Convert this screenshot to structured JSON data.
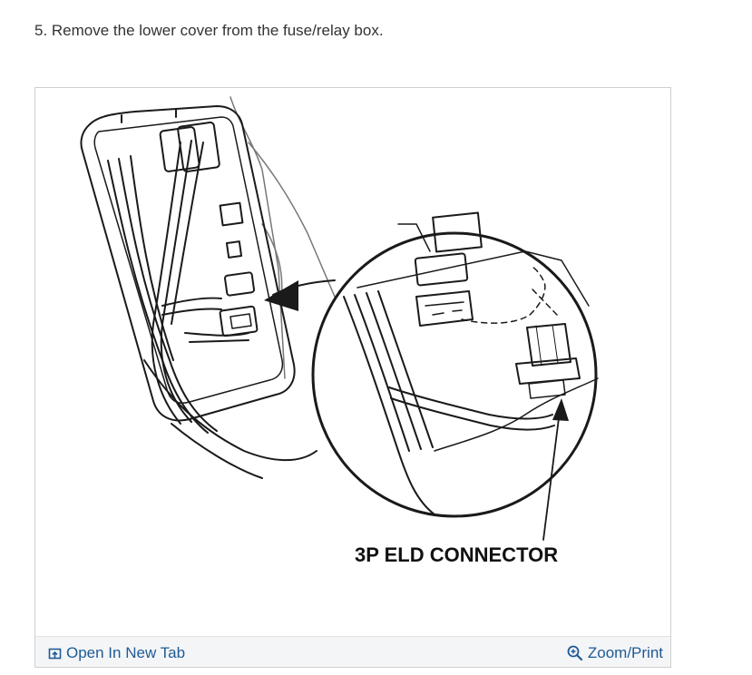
{
  "step": {
    "text": "5.  Remove the lower cover from the fuse/relay box."
  },
  "figure": {
    "callout": "3P ELD CONNECTOR"
  },
  "footer": {
    "open_label": "Open In New Tab",
    "zoom_label": "Zoom/Print",
    "open_icon": "open-new-tab-icon",
    "zoom_icon": "magnifier-plus-icon"
  },
  "colors": {
    "link": "#1f5a96",
    "footer_bg": "#f4f5f7",
    "border": "#cfcfcf"
  }
}
